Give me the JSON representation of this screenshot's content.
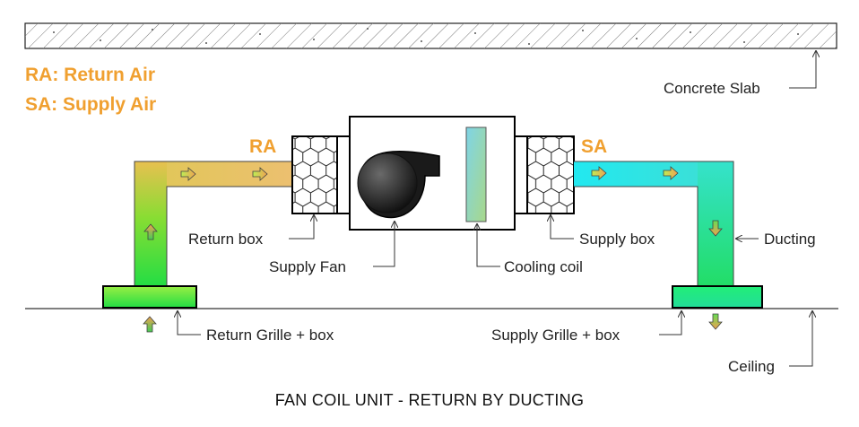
{
  "colors": {
    "orange": "#f0a030",
    "return_air": "#d8d060",
    "green": "#22dd55",
    "cyan": "#22e8ee",
    "outline": "#000000"
  },
  "legend": {
    "ra": "RA: Return Air",
    "sa": "SA: Supply Air"
  },
  "tags": {
    "ra": "RA",
    "sa": "SA"
  },
  "labels": {
    "concrete_slab": "Concrete Slab",
    "return_box": "Return box",
    "supply_fan": "Supply Fan",
    "cooling_coil": "Cooling coil",
    "supply_box": "Supply box",
    "ducting": "Ducting",
    "return_grille": "Return Grille + box",
    "supply_grille": "Supply Grille + box",
    "ceiling": "Ceiling"
  },
  "title": "FAN COIL UNIT - RETURN BY DUCTING",
  "icons": {
    "arrow": "flow-arrow-icon",
    "fan": "fan-icon"
  }
}
